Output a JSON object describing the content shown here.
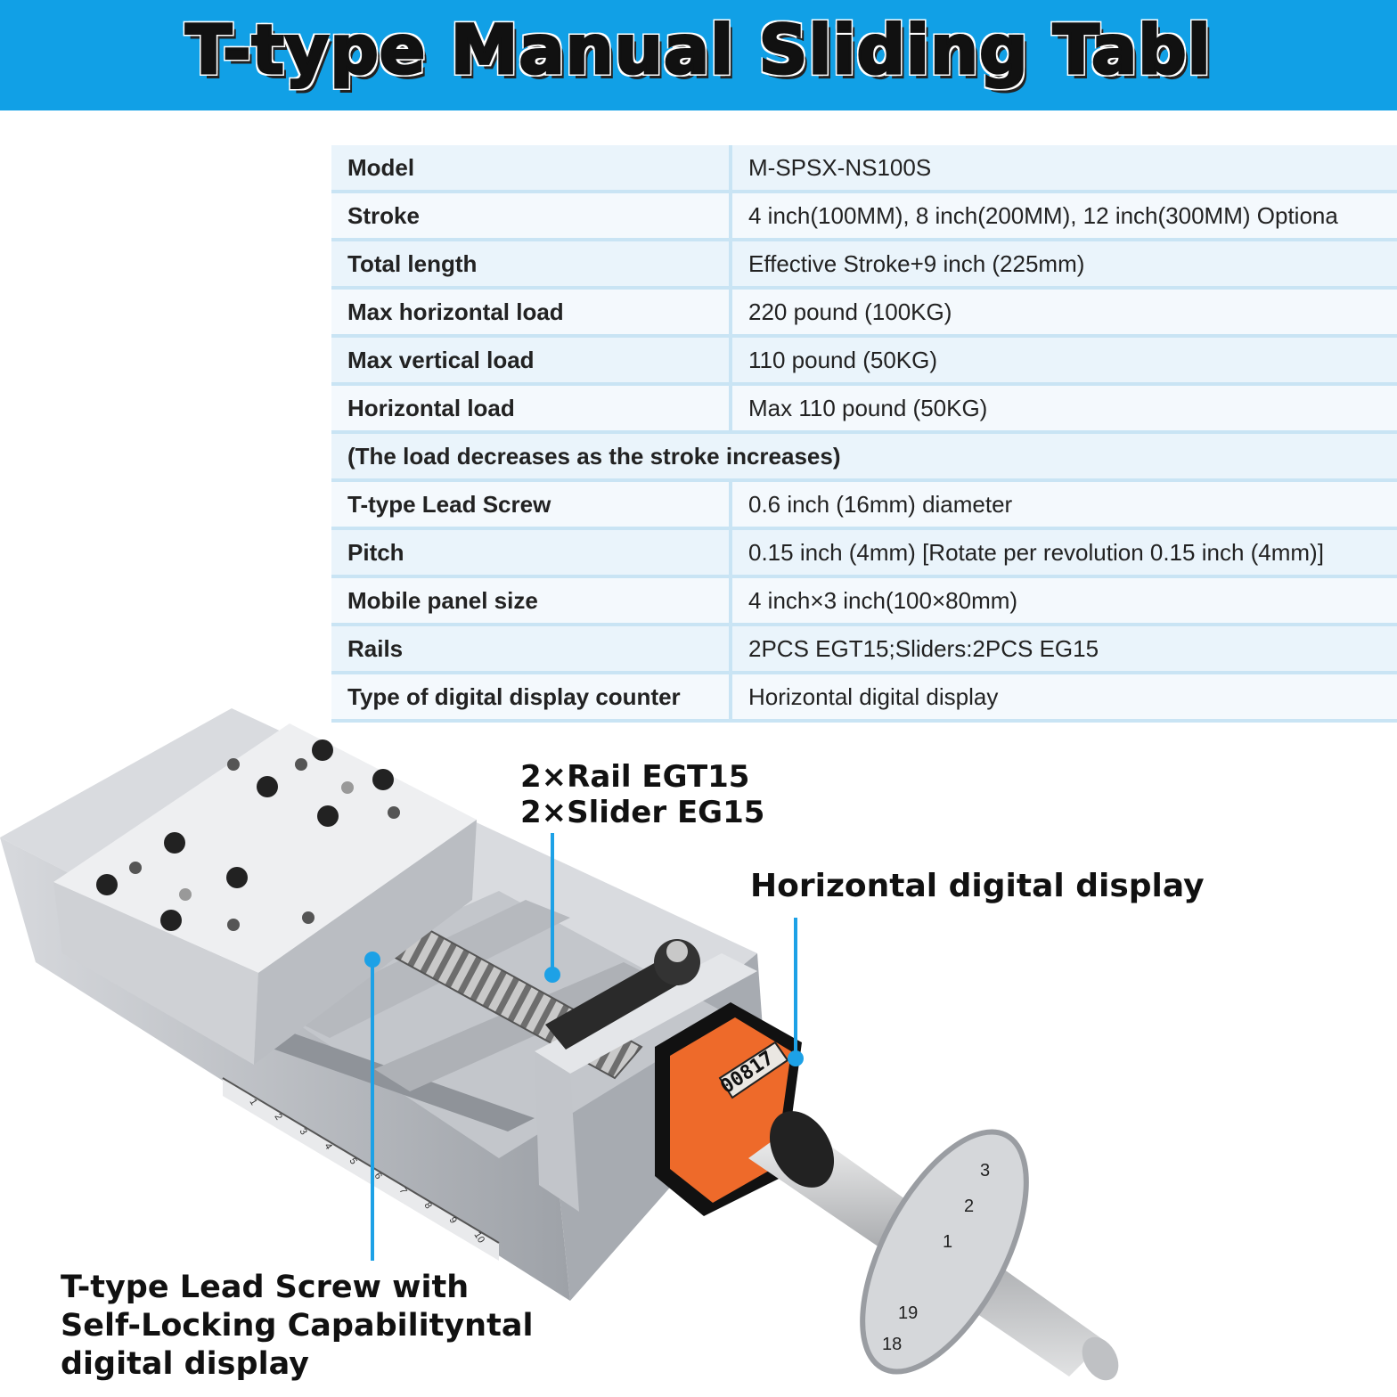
{
  "banner": {
    "title": "T-type Manual Sliding Tabl"
  },
  "specs": {
    "model": {
      "label": "Model",
      "value": "M-SPSX-NS100S"
    },
    "stroke": {
      "label": "Stroke",
      "value": "4 inch(100MM), 8 inch(200MM), 12 inch(300MM) Optiona"
    },
    "total_length": {
      "label": "Total length",
      "value": "Effective Stroke+9 inch (225mm)"
    },
    "max_horizontal_load": {
      "label": "Max horizontal load",
      "value": "220 pound (100KG)"
    },
    "max_vertical_load": {
      "label": "Max vertical load",
      "value": "110 pound (50KG)"
    },
    "horizontal_load": {
      "label": "Horizontal load",
      "value": "Max 110 pound (50KG)"
    },
    "load_note": "(The load decreases as the stroke increases)",
    "lead_screw": {
      "label": "T-type Lead Screw",
      "value": "0.6 inch (16mm) diameter"
    },
    "pitch": {
      "label": "Pitch",
      "value": "0.15 inch (4mm) [Rotate per revolution 0.15 inch (4mm)]"
    },
    "panel_size": {
      "label": "Mobile panel size",
      "value": "4 inch×3 inch(100×80mm)"
    },
    "rails": {
      "label": "Rails",
      "value": "2PCS EGT15;Sliders:2PCS EG15"
    },
    "counter_type": {
      "label": "Type of digital display counter",
      "value": "Horizontal digital display"
    }
  },
  "callouts": {
    "rail_line1": "2×Rail EGT15",
    "rail_line2": "2×Slider EG15",
    "display": "Horizontal digital display",
    "screw_line1": "T-type Lead Screw with",
    "screw_line2": "Self-Locking Capabilityntal",
    "screw_line3": "digital display"
  },
  "product": {
    "counter_reading": "00817",
    "handwheel_marks": [
      "1",
      "2",
      "3",
      "18",
      "19"
    ],
    "ruler_marks": [
      "1",
      "2",
      "3",
      "4",
      "5",
      "6",
      "7",
      "8",
      "9",
      "10"
    ]
  },
  "colors": {
    "banner": "#11a0e6",
    "accent_line": "#1da1e6",
    "counter_housing": "#ee6a2a",
    "table_border": "#c9e4f4"
  }
}
